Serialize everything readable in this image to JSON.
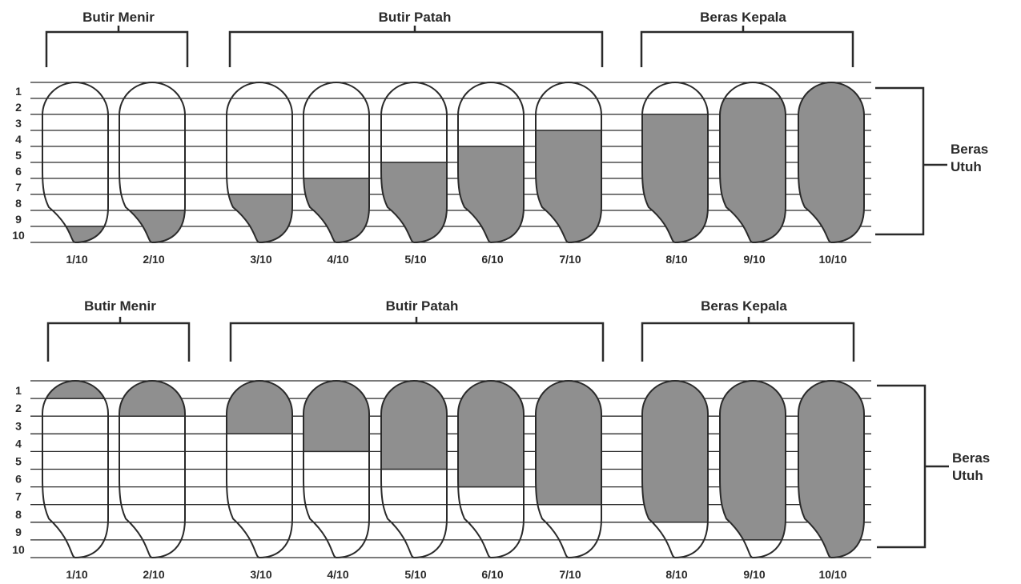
{
  "colors": {
    "line": "#2a2a2a",
    "fill": "#8f8f8f",
    "background": "#ffffff"
  },
  "panels": [
    {
      "groups": [
        {
          "label": "Butir Menir"
        },
        {
          "label": "Butir Patah"
        },
        {
          "label": "Beras Kepala"
        }
      ],
      "row_numbers": [
        "1",
        "2",
        "3",
        "4",
        "5",
        "6",
        "7",
        "8",
        "9",
        "10"
      ],
      "side_label": [
        "Beras",
        "Utuh"
      ],
      "fill_direction": "bottom-up",
      "grains": [
        {
          "label": "1/10",
          "filled_tenths": 1
        },
        {
          "label": "2/10",
          "filled_tenths": 2
        },
        {
          "label": "3/10",
          "filled_tenths": 3
        },
        {
          "label": "4/10",
          "filled_tenths": 4
        },
        {
          "label": "5/10",
          "filled_tenths": 5
        },
        {
          "label": "6/10",
          "filled_tenths": 6
        },
        {
          "label": "7/10",
          "filled_tenths": 7
        },
        {
          "label": "8/10",
          "filled_tenths": 8
        },
        {
          "label": "9/10",
          "filled_tenths": 9
        },
        {
          "label": "10/10",
          "filled_tenths": 10
        }
      ]
    },
    {
      "groups": [
        {
          "label": "Butir Menir"
        },
        {
          "label": "Butir Patah"
        },
        {
          "label": "Beras Kepala"
        }
      ],
      "row_numbers": [
        "1",
        "2",
        "3",
        "4",
        "5",
        "6",
        "7",
        "8",
        "9",
        "10"
      ],
      "side_label": [
        "Beras",
        "Utuh"
      ],
      "fill_direction": "top-down",
      "grains": [
        {
          "label": "1/10",
          "filled_tenths": 1
        },
        {
          "label": "2/10",
          "filled_tenths": 2
        },
        {
          "label": "3/10",
          "filled_tenths": 3
        },
        {
          "label": "4/10",
          "filled_tenths": 4
        },
        {
          "label": "5/10",
          "filled_tenths": 5
        },
        {
          "label": "6/10",
          "filled_tenths": 6
        },
        {
          "label": "7/10",
          "filled_tenths": 7
        },
        {
          "label": "8/10",
          "filled_tenths": 8
        },
        {
          "label": "9/10",
          "filled_tenths": 9
        },
        {
          "label": "10/10",
          "filled_tenths": 10
        }
      ]
    }
  ]
}
